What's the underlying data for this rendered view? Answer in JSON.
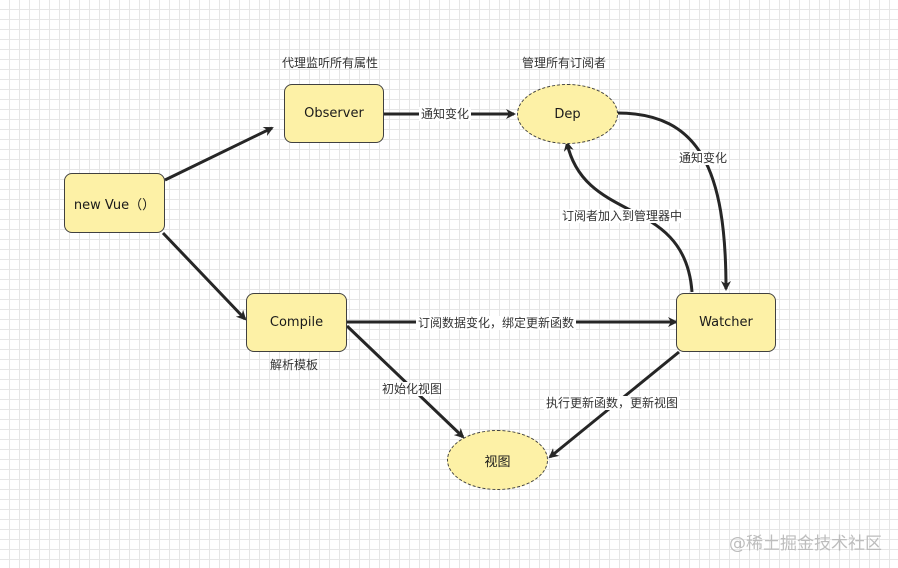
{
  "nodes": {
    "new_vue": "new Vue（）",
    "observer": "Observer",
    "dep": "Dep",
    "compile": "Compile",
    "watcher": "Watcher",
    "view": "视图"
  },
  "labels": {
    "observer_caption": "代理监听所有属性",
    "dep_caption": "管理所有订阅者",
    "compile_caption": "解析模板"
  },
  "edges": {
    "observer_to_dep": "通知变化",
    "dep_to_watcher": "通知变化",
    "watcher_to_dep": "订阅者加入到管理器中",
    "compile_to_watcher": "订阅数据变化，绑定更新函数",
    "compile_to_view": "初始化视图",
    "watcher_to_view": "执行更新函数，更新视图"
  },
  "watermark": "@稀土掘金技术社区"
}
